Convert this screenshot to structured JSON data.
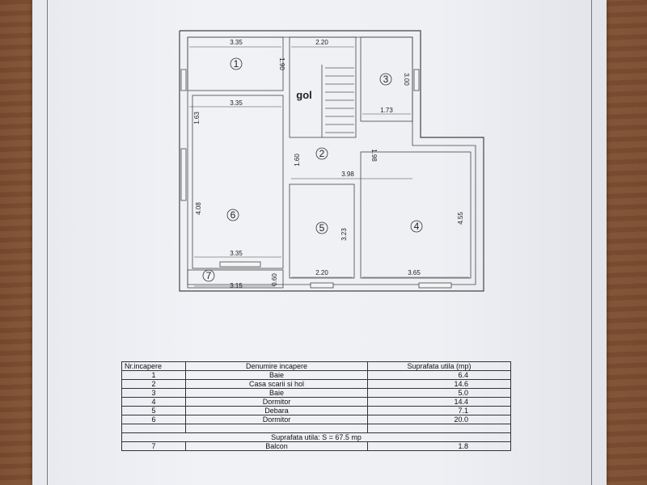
{
  "plan": {
    "gol_label": "gol",
    "rooms": [
      "1",
      "2",
      "3",
      "4",
      "5",
      "6",
      "7"
    ],
    "dimensions": {
      "d1_top": "3.35",
      "d1_side": "1.90",
      "d_stair_top": "2.20",
      "d3_side": "3.00",
      "d1_bottom": "3.35",
      "d6_side_top": "1.63",
      "d3_bottom": "1.73",
      "d2_a": "1.60",
      "d2_b": "1.98",
      "d2_width": "3.98",
      "d6_side": "4.08",
      "d5_side": "3.23",
      "d4_side": "4.55",
      "d6_bottom": "3.35",
      "d5_bottom": "2.20",
      "d4_bottom": "3.65",
      "d7_width": "3.15",
      "d7_side": "0.60"
    }
  },
  "table": {
    "headers": [
      "Nr.incapere",
      "Denumire incapere",
      "Suprafata utila (mp)"
    ],
    "rows": [
      [
        "1",
        "Baie",
        "6.4"
      ],
      [
        "2",
        "Casa scarii si hol",
        "14.6"
      ],
      [
        "3",
        "Baie",
        "5.0"
      ],
      [
        "4",
        "Dormitor",
        "14.4"
      ],
      [
        "5",
        "Debara",
        "7.1"
      ],
      [
        "6",
        "Dormitor",
        "20.0"
      ]
    ],
    "summary": "Suprafata utila: S = 67.5 mp",
    "balcony": [
      "7",
      "Balcon",
      "1.8"
    ]
  }
}
